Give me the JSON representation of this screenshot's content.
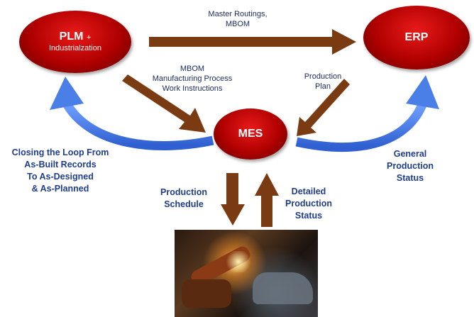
{
  "nodes": {
    "plm": {
      "title": "PLM",
      "plus": "+",
      "subtitle": "Industrialzation"
    },
    "erp": {
      "title": "ERP"
    },
    "mes": {
      "title": "MES"
    }
  },
  "labels": {
    "plm_to_erp": "Master Routings,\nMBOM",
    "plm_to_mes": "MBOM\nManufacturing Process\nWork Instructions",
    "erp_to_mes": "Production\nPlan",
    "closing_loop": "Closing the Loop From\nAs-Built Records\nTo As-Designed\n& As-Planned",
    "general_status": "General\nProduction\nStatus",
    "production_schedule": "Production\nSchedule",
    "detailed_status": "Detailed\nProduction\nStatus"
  },
  "image": {
    "description_icon": "factory-robot-welding-photo"
  },
  "colors": {
    "node_red": "#b00000",
    "arrow_brown": "#7a3a12",
    "loop_blue": "#4a7fe8",
    "label_blue": "#1f3d8a"
  }
}
